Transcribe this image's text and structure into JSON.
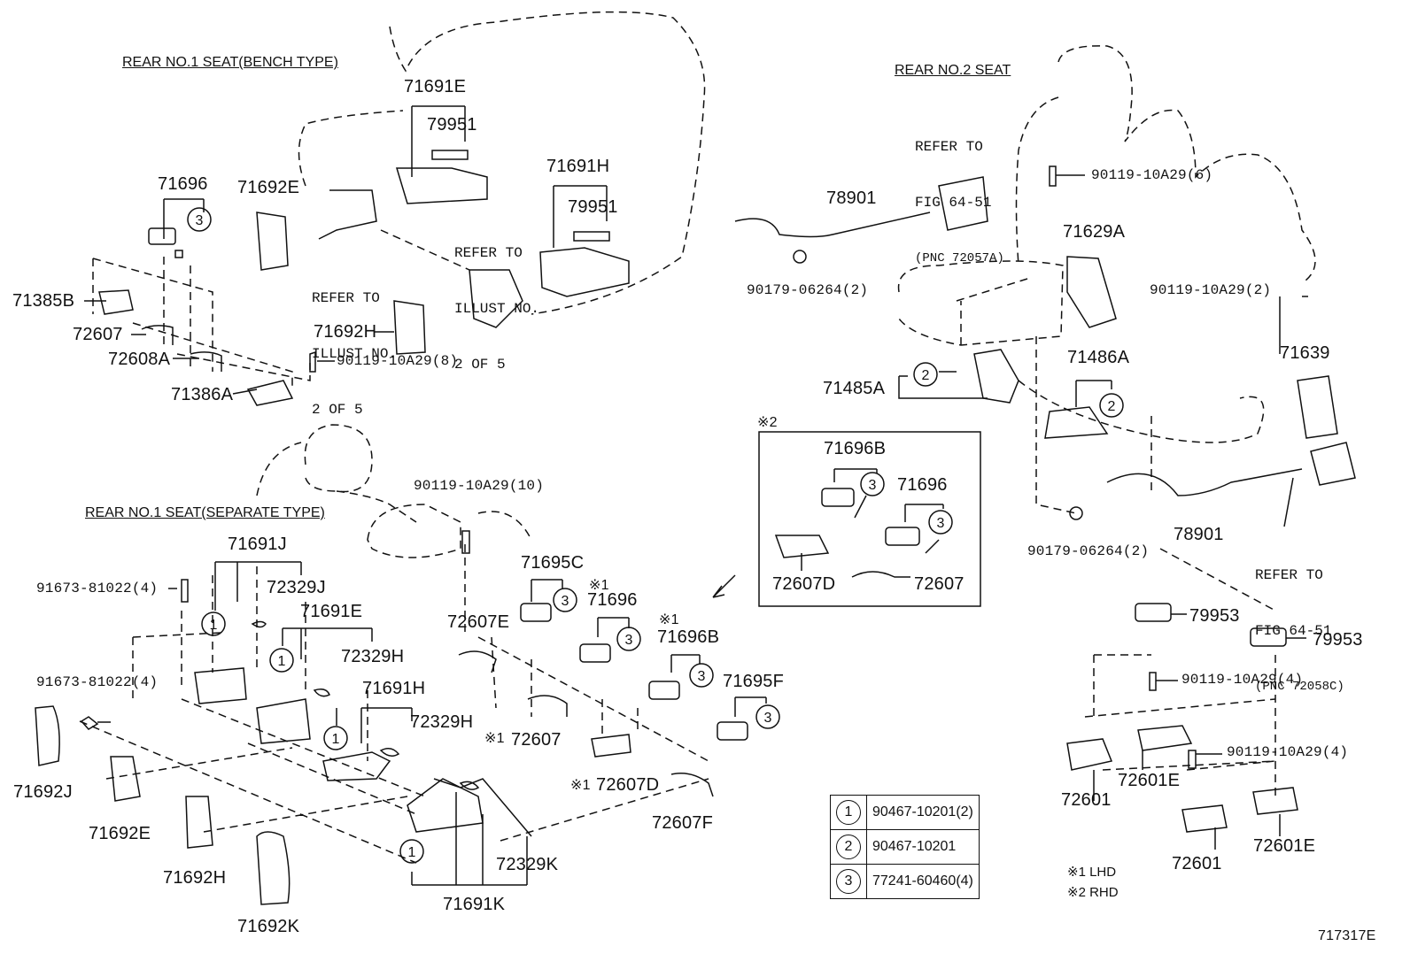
{
  "sections": {
    "bench": "REAR NO.1 SEAT(BENCH TYPE)",
    "no2": "REAR  NO.2 SEAT",
    "separate": "REAR NO.1 SEAT(SEPARATE TYPE)",
    "rhd_box_mark": "※2"
  },
  "refs": {
    "illust_a": [
      "REFER TO",
      "ILLUST NO.",
      "2 OF 5"
    ],
    "illust_b": [
      "REFER TO",
      "ILLUST NO.",
      "2 OF 5"
    ],
    "fig_a": [
      "REFER TO",
      "FIG 64-51",
      "(PNC 72057A)"
    ],
    "fig_b": [
      "REFER TO",
      "FIG 64-51",
      "(PNC 72058C)"
    ]
  },
  "parts": {
    "p71691E_top": "71691E",
    "p79951_a": "79951",
    "p71691H_top": "71691H",
    "p79951_b": "79951",
    "p71696_top": "71696",
    "p71692E_top": "71692E",
    "p71385B": "71385B",
    "p72607_top": "72607",
    "p72608A": "72608A",
    "p71692H_top": "71692H",
    "p90119_8": "90119-10A29(8)",
    "p71386A": "71386A",
    "p78901_a": "78901",
    "p90179_a": "90179-06264(2)",
    "p90119_6": "90119-10A29(6)",
    "p71629A": "71629A",
    "p90119_2": "90119-10A29(2)",
    "p71485A": "71485A",
    "p71486A": "71486A",
    "p71639": "71639",
    "p71696B_box": "71696B",
    "p71696_box": "71696",
    "p72607D_box": "72607D",
    "p72607_box": "72607",
    "p78901_b": "78901",
    "p90179_b": "90179-06264(2)",
    "p79953_a": "79953",
    "p79953_b": "79953",
    "p90119_4a": "90119-10A29(4)",
    "p90119_4b": "90119-10A29(4)",
    "p72601_a": "72601",
    "p72601E_a": "72601E",
    "p72601_b": "72601",
    "p72601E_b": "72601E",
    "p90119_10": "90119-10A29(10)",
    "p71695C": "71695C",
    "p71696_sep": "71696",
    "p71696B_sep": "71696B",
    "p71695F": "71695F",
    "p72607E": "72607E",
    "p72607_sep": "72607",
    "p72607D_sep": "72607D",
    "p72607F": "72607F",
    "p71691J": "71691J",
    "p72329J": "72329J",
    "p91673_a": "91673-81022(4)",
    "p71691E_sep": "71691E",
    "p72329H_a": "72329H",
    "p91673_b": "91673-81022(4)",
    "p71691H_sep": "71691H",
    "p72329H_b": "72329H",
    "p71692J": "71692J",
    "p71692E_sep": "71692E",
    "p71692H_sep": "71692H",
    "p71692K": "71692K",
    "p72329K": "72329K",
    "p71691K": "71691K"
  },
  "marks": {
    "x1": "※1",
    "x1_72607": "※1",
    "x1_72607D": "※1"
  },
  "circle_labels": {
    "one": "1",
    "two": "2",
    "three": "3"
  },
  "legend": [
    {
      "symbol": "1",
      "part": "90467-10201(2)"
    },
    {
      "symbol": "2",
      "part": "90467-10201"
    },
    {
      "symbol": "3",
      "part": "77241-60460(4)"
    }
  ],
  "notes": [
    "※1 LHD",
    "※2 RHD"
  ],
  "figure_id": "717317E"
}
